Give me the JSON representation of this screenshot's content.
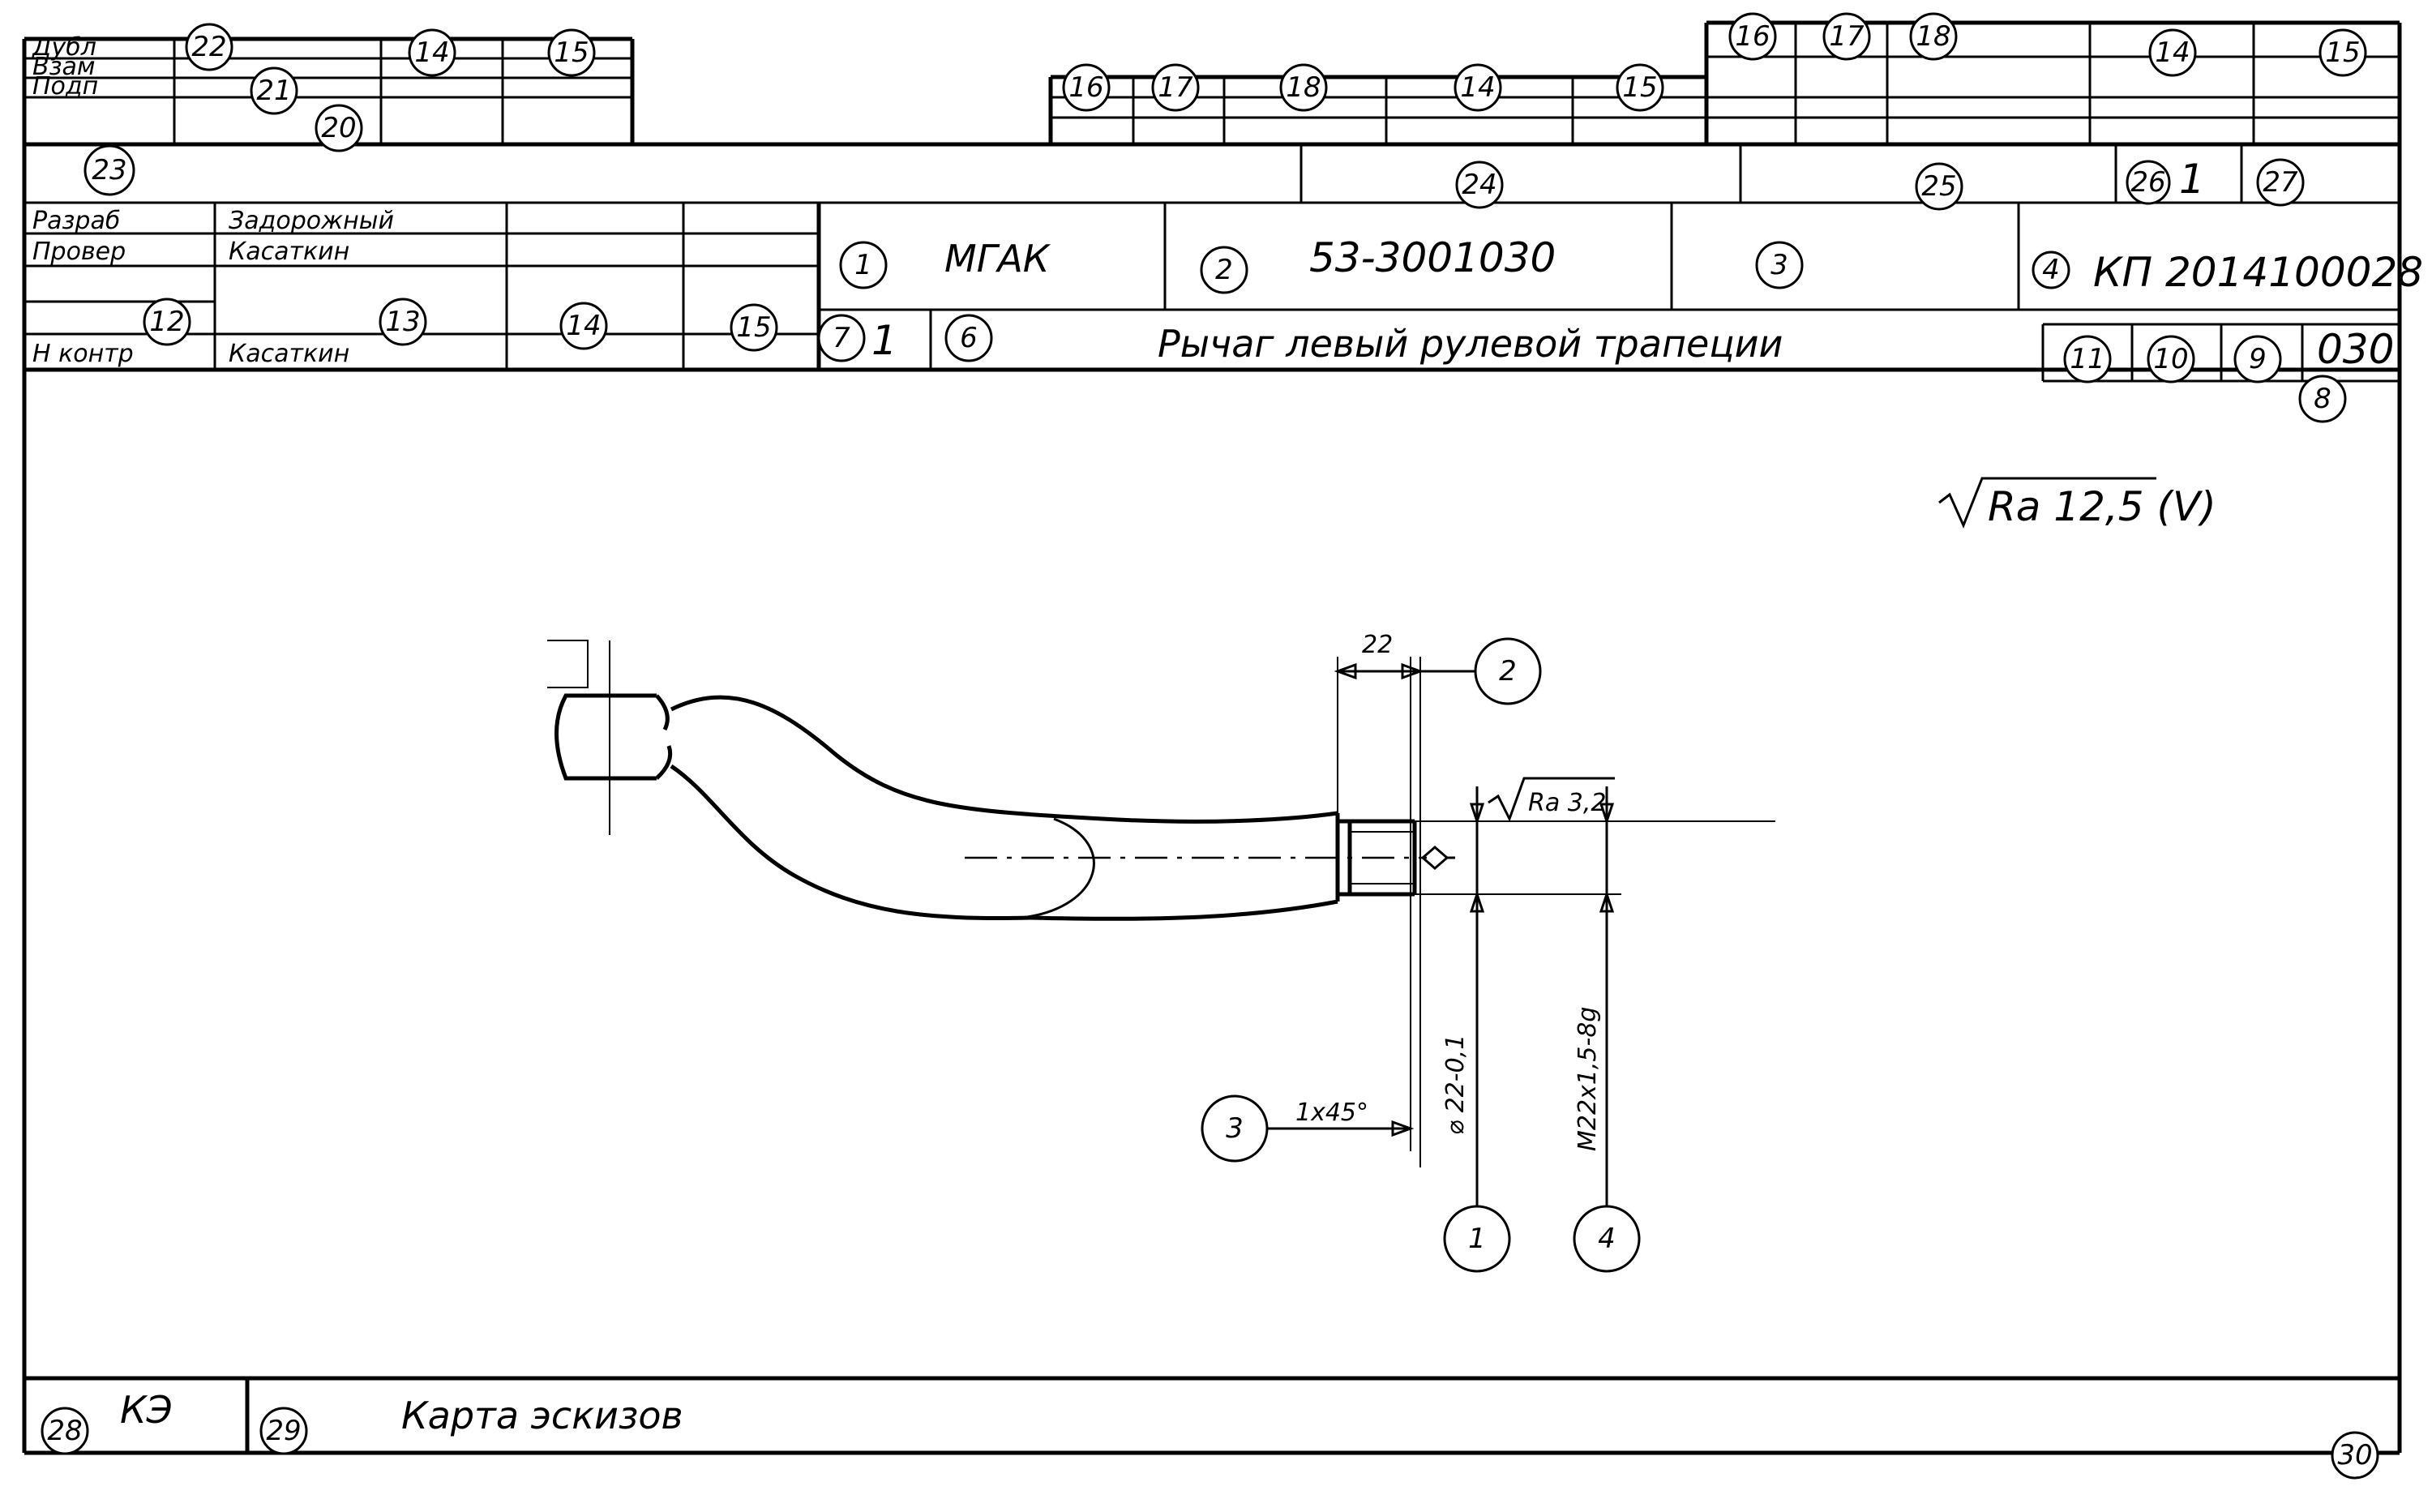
{
  "stamp_rows": {
    "dubl": "Дубл",
    "vzam": "Взам",
    "podp": "Подп"
  },
  "signatures": {
    "razrab_label": "Разраб",
    "razrab_name": "Задорожный",
    "prover_label": "Провер",
    "prover_name": "Касаткин",
    "nkontr_label": "Н контр",
    "nkontr_name": "Касаткин"
  },
  "title_block": {
    "org": "МГАК",
    "part_number": "53-3001030",
    "doc_code": "КП 2014100028",
    "qty": "1",
    "part_name": "Рычаг левый рулевой трапеции",
    "operation": "030",
    "sheet_value": "1"
  },
  "surface_roughness_general": "Ra 12,5 (V)",
  "drawing": {
    "dim_length": "22",
    "chamfer": "1x45°",
    "roughness_local": "Ra 3,2",
    "diameter": "⌀ 22-0,1",
    "thread": "M22x1,5-8g"
  },
  "footer": {
    "doc_type": "КЭ",
    "doc_title": "Карта эскизов"
  },
  "field_markers": [
    "1",
    "2",
    "3",
    "4",
    "6",
    "7",
    "8",
    "9",
    "10",
    "11",
    "12",
    "13",
    "14",
    "15",
    "16",
    "17",
    "18",
    "20",
    "21",
    "22",
    "23",
    "24",
    "25",
    "26",
    "27",
    "28",
    "29",
    "30"
  ],
  "drawing_markers": [
    "1",
    "2",
    "3",
    "4"
  ]
}
